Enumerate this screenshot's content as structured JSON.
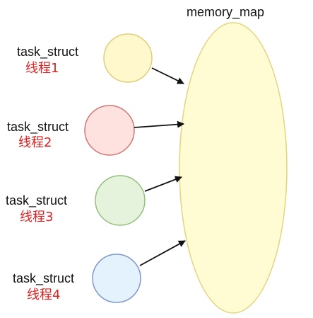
{
  "memory_map": {
    "label": "memory_map",
    "fill": "#fffbd2",
    "stroke": "#e2d584"
  },
  "threads": [
    {
      "struct_label": "task_struct",
      "thread_label": "线程1",
      "fill": "#fff8cc",
      "stroke": "#ddcf7a"
    },
    {
      "struct_label": "task_struct",
      "thread_label": "线程2",
      "fill": "#fde2e0",
      "stroke": "#cf7873"
    },
    {
      "struct_label": "task_struct",
      "thread_label": "线程3",
      "fill": "#e5f3dc",
      "stroke": "#93c07e"
    },
    {
      "struct_label": "task_struct",
      "thread_label": "线程4",
      "fill": "#e3f2fd",
      "stroke": "#7f98c9"
    }
  ],
  "colors": {
    "arrow": "#111111",
    "thread_text": "#e02020",
    "struct_text": "#111111"
  }
}
